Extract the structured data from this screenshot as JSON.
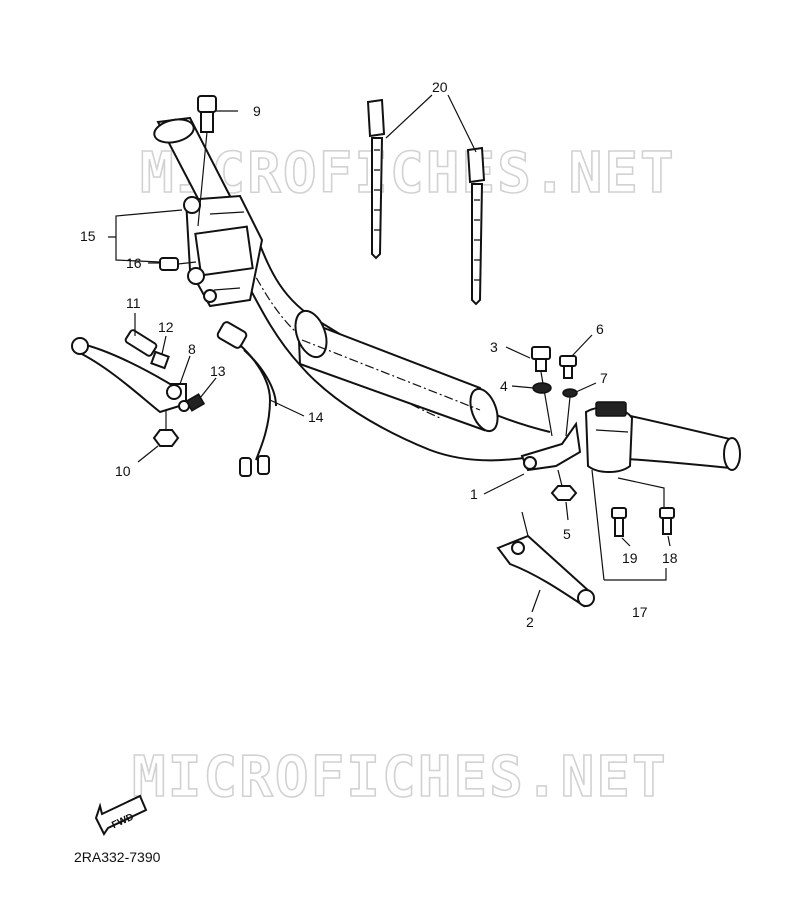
{
  "watermark": "MICROFICHES.NET",
  "fwd_label": "FWD",
  "diagram_code": "2RA332-7390",
  "callouts": {
    "c1": "1",
    "c2": "2",
    "c3": "3",
    "c4": "4",
    "c5": "5",
    "c6": "6",
    "c7": "7",
    "c8": "8",
    "c9": "9",
    "c10": "10",
    "c11": "11",
    "c12": "12",
    "c13": "13",
    "c14": "14",
    "c15": "15",
    "c16": "16",
    "c17": "17",
    "c18": "18",
    "c19": "19",
    "c20": "20"
  }
}
